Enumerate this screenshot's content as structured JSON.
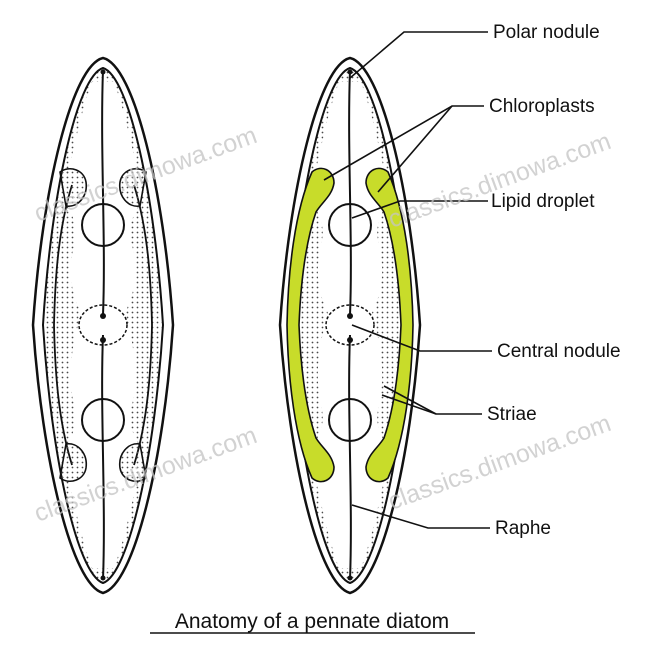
{
  "labels": {
    "polar_nodule": "Polar nodule",
    "chloroplasts": "Chloroplasts",
    "lipid_droplet": "Lipid droplet",
    "central_nodule": "Central nodule",
    "striae": "Striae",
    "raphe": "Raphe"
  },
  "caption": "Anatomy of a pennate diatom",
  "watermark": "classics.dimowa.com",
  "colors": {
    "chloroplast": "#c8dc2a",
    "outline": "#111111",
    "background": "#ffffff"
  }
}
